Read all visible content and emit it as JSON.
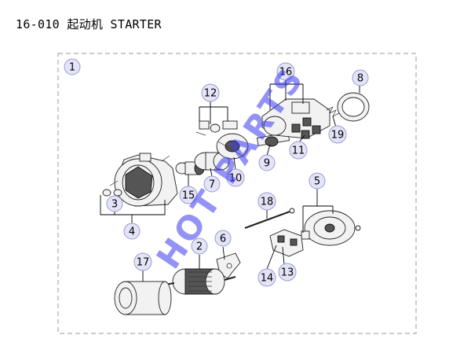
{
  "header": {
    "title": "16-010 起动机 STARTER"
  },
  "assembly_callout": "1",
  "callouts": [
    {
      "id": "c2",
      "label": "2"
    },
    {
      "id": "c3",
      "label": "3"
    },
    {
      "id": "c4",
      "label": "4"
    },
    {
      "id": "c5",
      "label": "5"
    },
    {
      "id": "c6",
      "label": "6"
    },
    {
      "id": "c7",
      "label": "7"
    },
    {
      "id": "c8",
      "label": "8"
    },
    {
      "id": "c9",
      "label": "9"
    },
    {
      "id": "c10",
      "label": "10"
    },
    {
      "id": "c11",
      "label": "11"
    },
    {
      "id": "c12",
      "label": "12"
    },
    {
      "id": "c13",
      "label": "13"
    },
    {
      "id": "c14",
      "label": "14"
    },
    {
      "id": "c15",
      "label": "15"
    },
    {
      "id": "c16",
      "label": "16"
    },
    {
      "id": "c17",
      "label": "17"
    },
    {
      "id": "c18",
      "label": "18"
    },
    {
      "id": "c19",
      "label": "19"
    }
  ],
  "watermark": "HOT PARTS",
  "colors": {
    "bubble": "#e4e4f8",
    "watermark": "#3a3af0"
  }
}
